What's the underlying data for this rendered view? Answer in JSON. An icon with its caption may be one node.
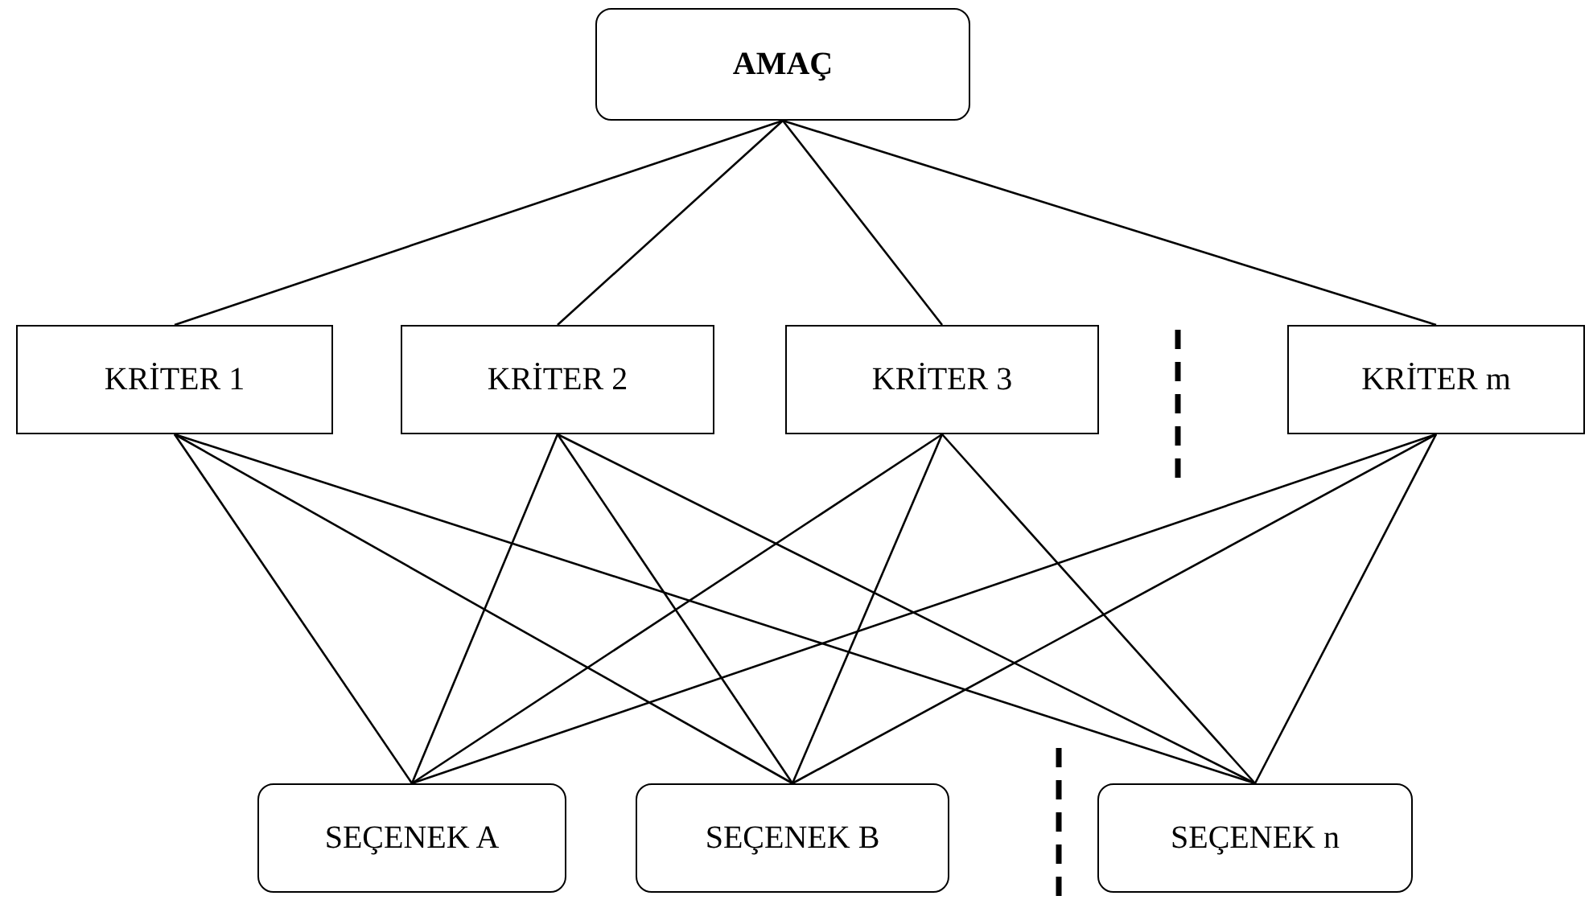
{
  "diagram": {
    "nodes": [
      {
        "text": [
          "AMAÇ"
        ]
      },
      {
        "text": [
          "KRİTER 1"
        ]
      },
      {
        "text": [
          "KRİTER 2"
        ]
      },
      {
        "text": [
          "KRİTER 3"
        ]
      },
      {
        "text": [
          "KRİTER m"
        ]
      },
      {
        "text": [
          "SEÇENEK A"
        ]
      },
      {
        "text": [
          "SEÇENEK B"
        ]
      },
      {
        "text": [
          "SEÇENEK n"
        ]
      }
    ],
    "edges": [
      {
        "from": 0,
        "to": 1,
        "arrow": "none"
      },
      {
        "from": 0,
        "to": 2,
        "arrow": "none"
      },
      {
        "from": 0,
        "to": 3,
        "arrow": "none"
      },
      {
        "from": 0,
        "to": 4,
        "arrow": "none"
      },
      {
        "from": 1,
        "to": 5,
        "arrow": "none"
      },
      {
        "from": 1,
        "to": 6,
        "arrow": "none"
      },
      {
        "from": 1,
        "to": 7,
        "arrow": "none"
      },
      {
        "from": 2,
        "to": 5,
        "arrow": "none"
      },
      {
        "from": 2,
        "to": 6,
        "arrow": "none"
      },
      {
        "from": 2,
        "to": 7,
        "arrow": "none"
      },
      {
        "from": 3,
        "to": 5,
        "arrow": "none"
      },
      {
        "from": 3,
        "to": 6,
        "arrow": "none"
      },
      {
        "from": 3,
        "to": 7,
        "arrow": "none"
      },
      {
        "from": 4,
        "to": 5,
        "arrow": "none"
      },
      {
        "from": 4,
        "to": 6,
        "arrow": "none"
      },
      {
        "from": 4,
        "to": 7,
        "arrow": "none"
      }
    ]
  }
}
